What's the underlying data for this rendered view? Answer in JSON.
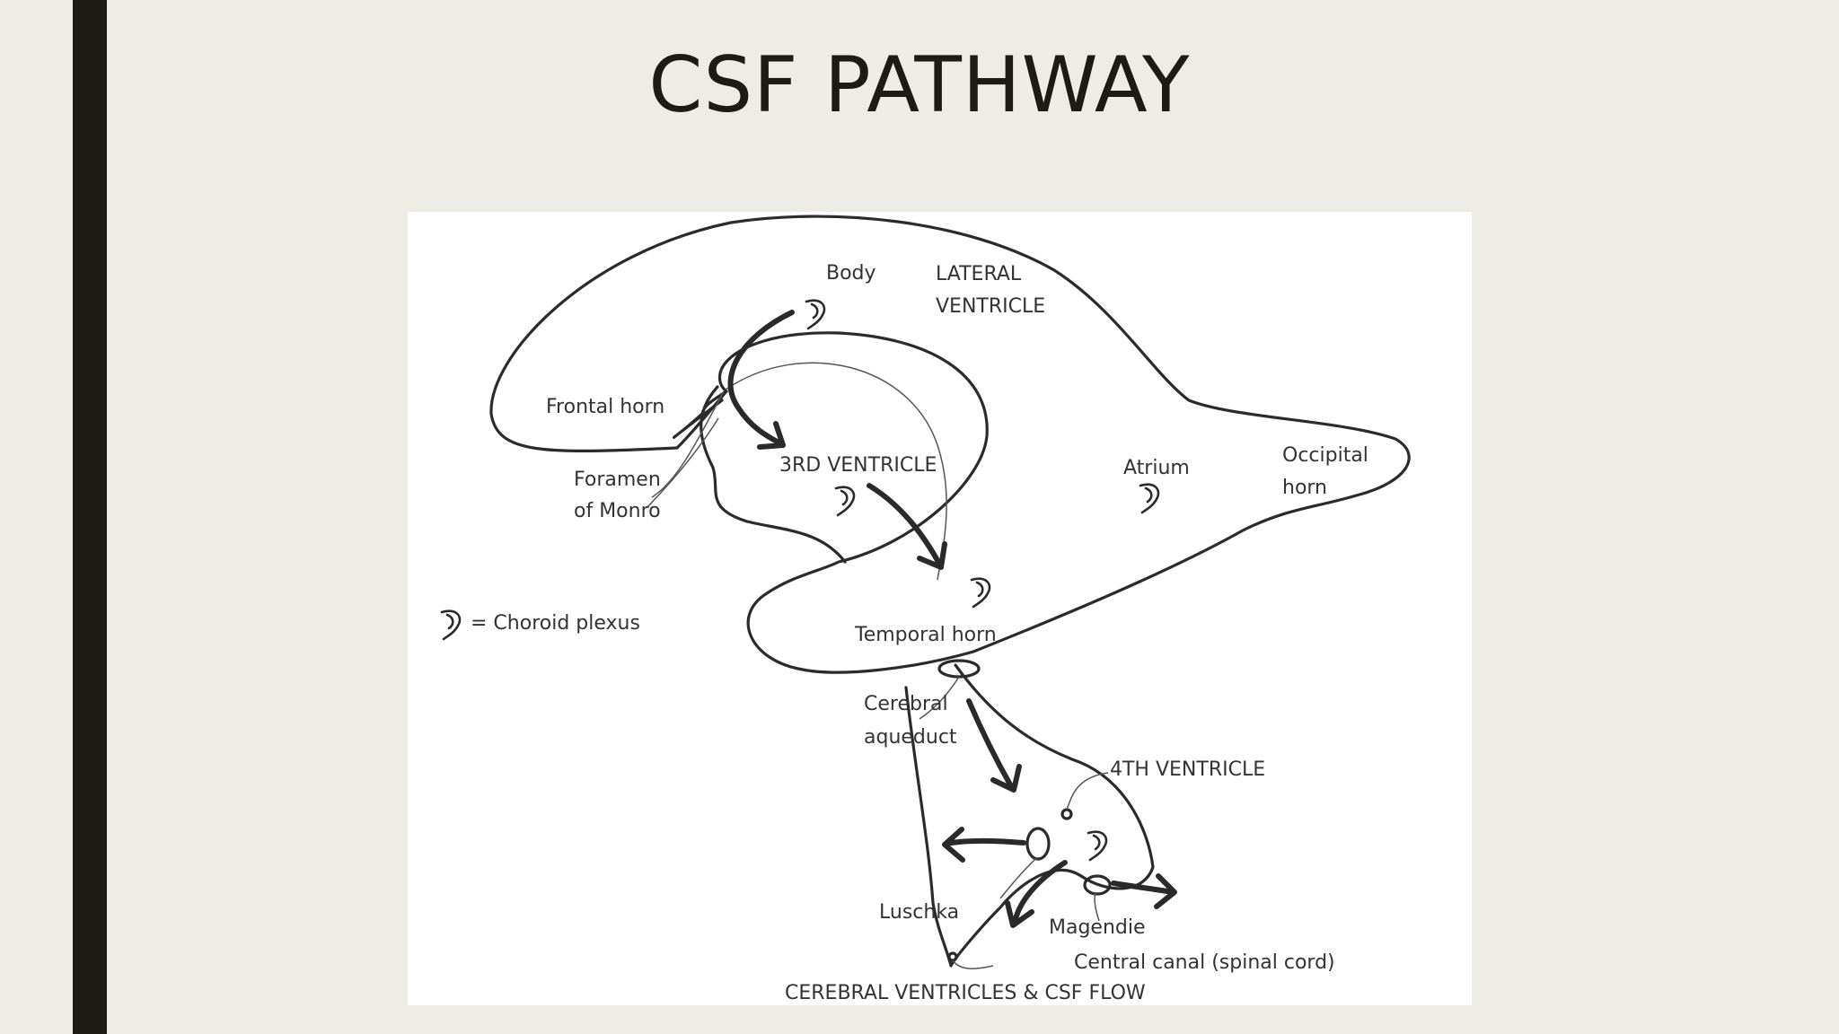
{
  "slide": {
    "title": "CSF PATHWAY"
  },
  "diagram": {
    "labels": {
      "body": "Body",
      "lateral_ventricle_line1": "LATERAL",
      "lateral_ventricle_line2": "VENTRICLE",
      "frontal_horn": "Frontal horn",
      "foramen_line1": "Foramen",
      "foramen_line2": "of Monro",
      "third_ventricle": "3RD VENTRICLE",
      "atrium": "Atrium",
      "occipital_line1": "Occipital",
      "occipital_line2": "horn",
      "choroid_legend": "= Choroid plexus",
      "temporal_horn": "Temporal horn",
      "aqueduct_line1": "Cerebral",
      "aqueduct_line2": "aqueduct",
      "fourth_ventricle": "4TH VENTRICLE",
      "luschka": "Luschka",
      "magendie": "Magendie",
      "central_canal": "Central canal (spinal cord)",
      "caption": "CEREBRAL VENTRICLES & CSF FLOW"
    }
  }
}
